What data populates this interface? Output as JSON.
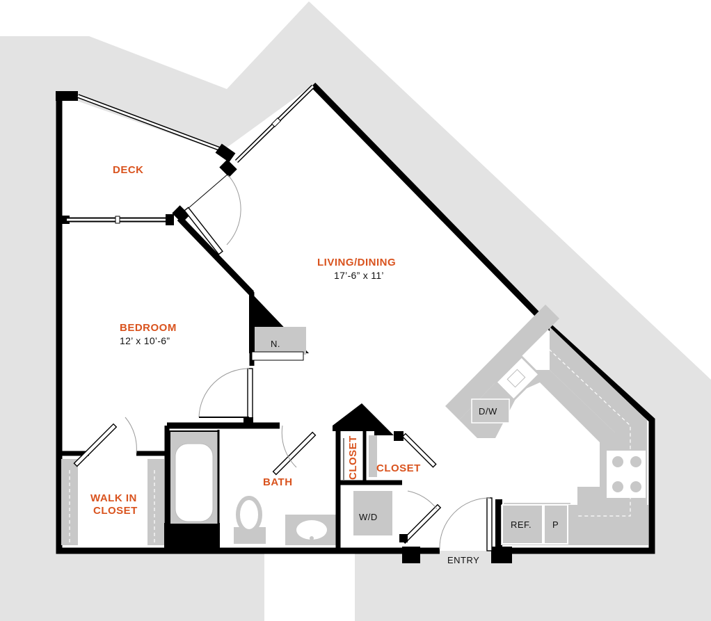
{
  "rooms": {
    "deck": "DECK",
    "living": "LIVING/DINING",
    "living_dim": "17’-6” x 11’",
    "bedroom": "BEDROOM",
    "bedroom_dim": "12’ x 10’-6”",
    "walkin_line1": "WALK IN",
    "walkin_line2": "CLOSET",
    "bath": "BATH",
    "closet_vertical": "CLOSET",
    "closet": "CLOSET",
    "entry": "ENTRY"
  },
  "fixtures": {
    "nook": "N.",
    "dishwasher": "D/W",
    "washer_dryer": "W/D",
    "refrigerator": "REF.",
    "pantry": "P"
  },
  "colors": {
    "wall": "#000000",
    "label_accent": "#d9531e",
    "surround": "#e3e3e3",
    "fixture": "#c8c8c8"
  }
}
